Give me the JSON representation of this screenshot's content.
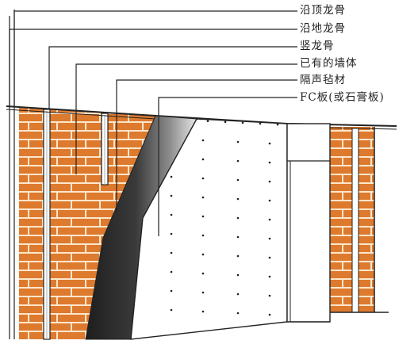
{
  "callouts": [
    {
      "id": "ceiling-track",
      "label": "沿顶龙骨"
    },
    {
      "id": "floor-track",
      "label": "沿地龙骨"
    },
    {
      "id": "vertical-stud",
      "label": "竖龙骨"
    },
    {
      "id": "existing-wall",
      "label": "已有的墙体"
    },
    {
      "id": "insulation",
      "label": "隔声毡材"
    },
    {
      "id": "board",
      "label": "FC板(或石膏板)"
    }
  ],
  "colors": {
    "brick": "#dd7a2e",
    "mortar": "#fde6cc",
    "stud": "#ffffff",
    "board": "#ffffff",
    "insulation_dark": "#2b2b2b",
    "insulation_light": "#d8d8d8",
    "line": "#222222"
  }
}
